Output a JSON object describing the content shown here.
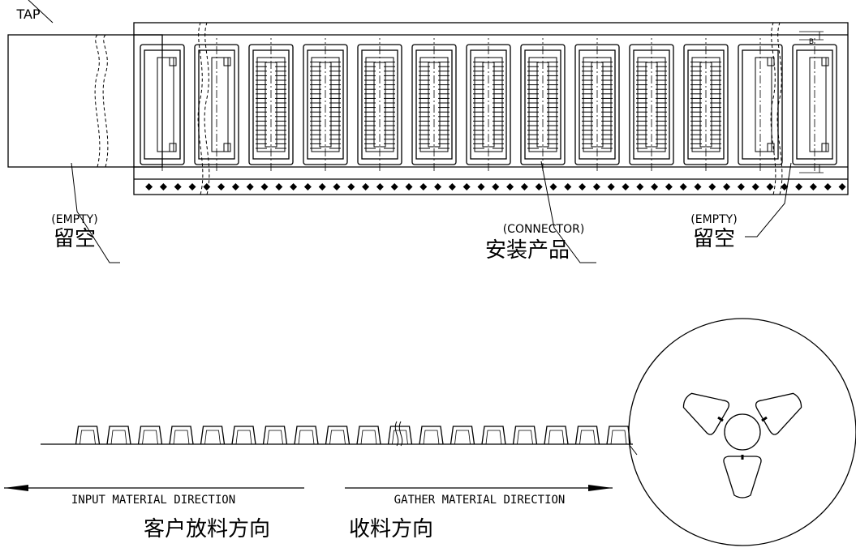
{
  "labels": {
    "tape": "TAP",
    "empty_left_cn": "留空",
    "empty_left_en": "(EMPTY)",
    "connector_cn": "安装产品",
    "connector_en": "(CONNECTOR)",
    "empty_right_cn": "留空",
    "empty_right_en": "(EMPTY)",
    "dim_b": "B"
  },
  "directions": {
    "input_en": "INPUT MATERIAL DIRECTION",
    "input_cn": "客户放料方向",
    "gather_en": "GATHER MATERIAL DIRECTION",
    "gather_cn": "收料方向"
  },
  "pockets": [
    {
      "kind": "empty"
    },
    {
      "kind": "empty"
    },
    {
      "kind": "connector"
    },
    {
      "kind": "connector"
    },
    {
      "kind": "connector"
    },
    {
      "kind": "connector"
    },
    {
      "kind": "connector"
    },
    {
      "kind": "connector"
    },
    {
      "kind": "connector"
    },
    {
      "kind": "connector"
    },
    {
      "kind": "connector"
    },
    {
      "kind": "empty"
    },
    {
      "kind": "empty"
    }
  ],
  "colors": {
    "line": "#000000",
    "background": "#ffffff"
  }
}
